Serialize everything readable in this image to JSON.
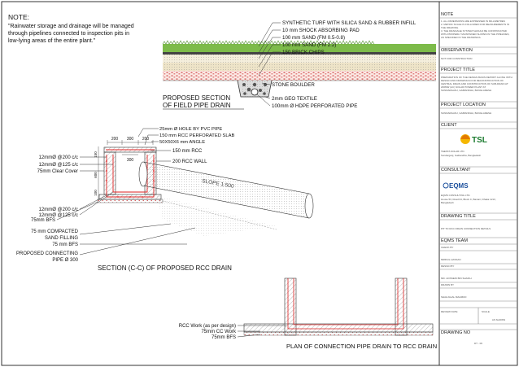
{
  "note": {
    "heading": "NOTE:",
    "lines": [
      "\"Rainwater storage and drainage will be managed",
      "through pipelines connected to inspection pits in",
      "low-lying areas of the entire plant.\""
    ]
  },
  "field_drain": {
    "layers": [
      "SYNTHETIC TURF WITH SILICA SAND & RUBBER INFILL",
      "10 mm SHOCK ABSORBING PAD",
      "100 mm SAND (FM 0.5-0.8)",
      "100 mm SAND (FM 2.2)",
      "150 BRICK CHIPS"
    ],
    "stone_boulder": "STONE BOULDER",
    "geo_textile": "2mm GEO TEXTILE",
    "hdpe_pipe": "100mm Ø HDPE PERFORATED PIPE",
    "title_lines": [
      "PROPOSED SECTION",
      "OF FIELD PIPE DRAIN"
    ]
  },
  "rcc_section": {
    "top_labels": [
      "25mm Ø HOLE BY  PVC PIPE",
      "150 mm RCC PERFORATED SLAB",
      "50X50X6 mm ANGLE"
    ],
    "dims": [
      "200",
      "300",
      "200",
      "300",
      "150",
      "600",
      "100"
    ],
    "rcc_150": "150 mm RCC",
    "rcc_wall": "200 RCC WALL",
    "slope": "SLOPE 1:500",
    "left_labels_top": [
      "12mmØ @200 c/c",
      "12mmØ @125 c/c",
      "75mm Clear Cover"
    ],
    "left_labels_bottom": [
      "12mmØ @200 c/c",
      "12mmØ @125 c/c",
      "75mm BFS"
    ],
    "sand_lines": [
      "75 mm COMPACTED",
      "SAND FILLING"
    ],
    "bfs": "75 mm BFS",
    "pipe_lines": [
      "PROPOSED CONNECTING",
      "PIPE Ø 300"
    ],
    "title": "SECTION (C-C) OF PROPOSED RCC DRAIN"
  },
  "plan": {
    "labels": [
      "RCC Work (as per design)",
      "75mm CC Work",
      "75mm BFS"
    ],
    "title": "PLAN OF CONNECTION PIPE DRAIN TO RCC DRAIN"
  },
  "title_block": {
    "note_heading": "NOTE",
    "note_lines": [
      "1. ALL DIMENSIONS ARE EXPRESSED IN MILLIMETRES",
      "2. METRIC SCALE IS FOLLOWED FOR MEASUREMENTS IN",
      "   THE DRAWING.",
      "3. THE DRAINAGE SYSTEM SHOULD BE CONSTRUCTED",
      "   WITH PROPERLY MAINTAINED SLOPES IN THE PIPELINES,",
      "   AS SPECIFIED IN THE DRAWINGS."
    ],
    "observation_heading": "OBSERVATION",
    "observation": "NOT FOR CONSTRUCTION",
    "project_title_heading": "PROJECT TITLE",
    "project_title_lines": [
      "PREPARATION OF THE DESIGN BASIS REPORT ALONG WITH",
      "DESIGN AND DRAWINGS FOR RECONSTRUCTION OF",
      "CENTRAL DRAIN AND CONSTRUCTION OF SUB-DRAIN AT",
      "200MW (AC) SOLAR POWER PLANT AT",
      "SUNDARGANJ, GAIBANDHA, BANGLADESH"
    ],
    "project_location_heading": "PROJECT LOCATION",
    "project_location": "SUNDARGANJ, GAIBANDHA, BANGLADESH",
    "client_heading": "CLIENT",
    "client_logo": "TSL",
    "client_name": "TEESTA SOLAR LTD.",
    "client_address": "Sundarganj, Gaibandha, Bangladesh",
    "consultant_heading": "CONSULTANT",
    "consultant_logo": "EQMS",
    "consultant_name": "EQMS CONSULTING LTD.",
    "consultant_address": [
      "House 53, Road 04, Block C, Banani, Dhaka 1213,",
      "Bangladesh"
    ],
    "drawing_title_heading": "DRAWING TITLE",
    "drawing_title": "PIT TO RCC DRAIN CONNECTION DETAILS",
    "team_heading": "EQMS TEAM",
    "checked_by_label": "CHECK BY",
    "checked_by": "MRIDUL HASSAN",
    "design_by_label": "DESIGN BY",
    "design_by": "MD. HOSSEIN BIN SHAIKH",
    "drawn_by_label": "DRAWN BY",
    "drawn_by": "SHAHJALAL MAHMUD",
    "review_date_label": "REVIEW DATE",
    "scale_label": "SCALE",
    "scale": "AS SHOWN",
    "drawing_no_heading": "DRAWING NO",
    "drawing_no": "DT - 06"
  }
}
